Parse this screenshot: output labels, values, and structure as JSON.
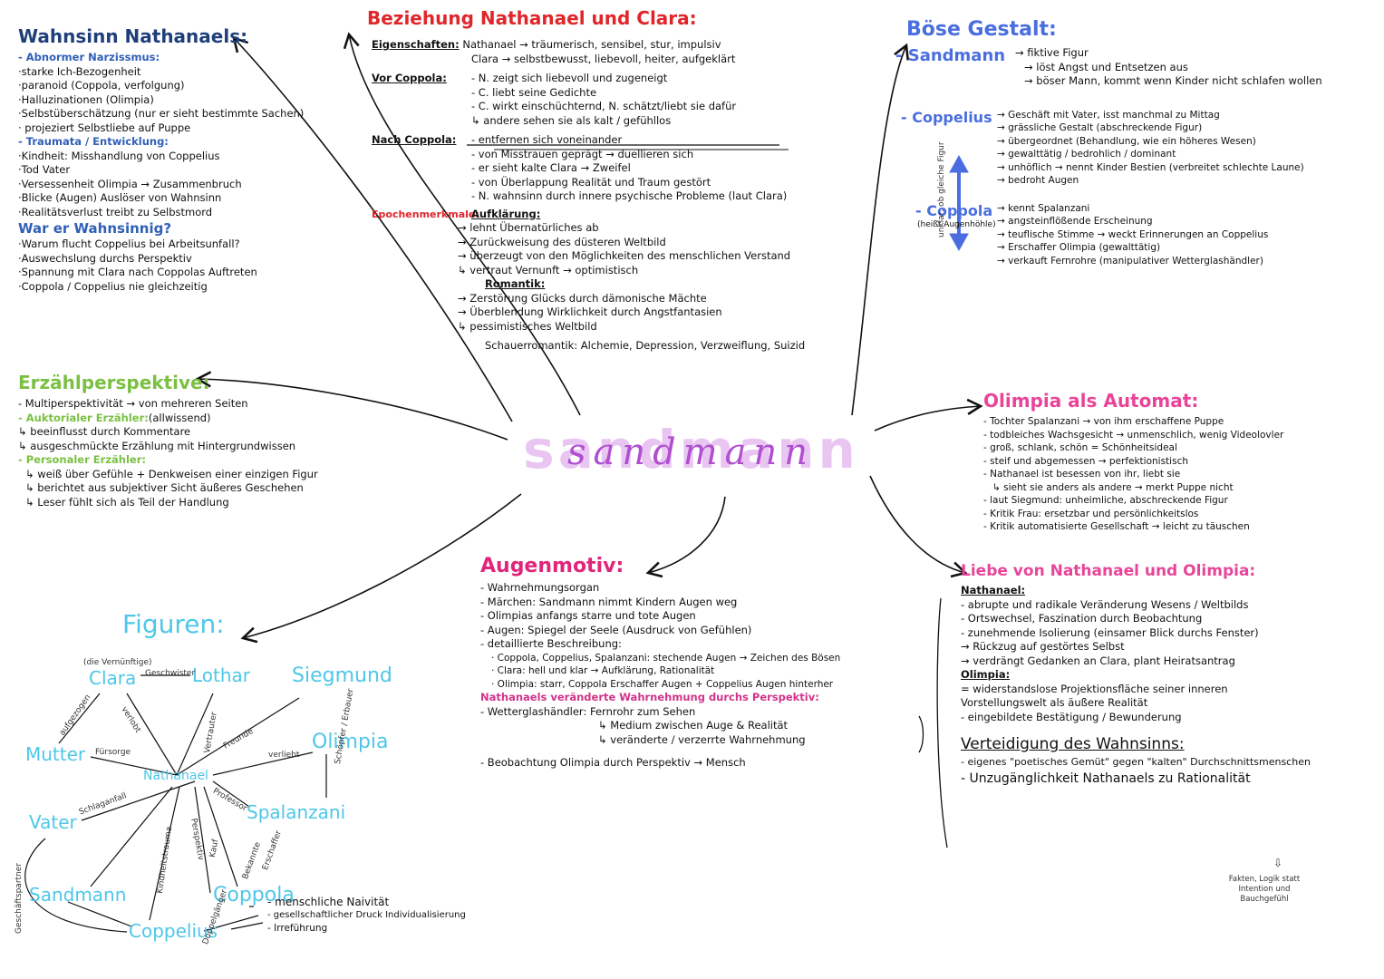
{
  "center": "sandmann",
  "wahnsinn": {
    "title": "Wahnsinn Nathanaels:",
    "sub1": "- Abnormer Narzissmus:",
    "items1": [
      "·starke Ich-Bezogenheit",
      "·paranoid (Coppola, verfolgung)",
      "·Halluzinationen (Olimpia)",
      "·Selbstüberschätzung (nur er sieht bestimmte Sachen)",
      "· projeziert Selbstliebe auf Puppe"
    ],
    "sub2": "- Traumata / Entwicklung:",
    "items2": [
      "·Kindheit: Misshandlung von Coppelius",
      "·Tod Vater",
      "·Versessenheit Olimpia → Zusammenbruch",
      "·Blicke (Augen) Auslöser von Wahnsinn",
      "·Realitätsverlust treibt zu Selbstmord"
    ],
    "sub3": "War er Wahnsinnig?",
    "items3": [
      "·Warum flucht Coppelius bei Arbeitsunfall?",
      "·Auswechslung durchs Perspektiv",
      "·Spannung mit Clara nach Coppolas Auftreten",
      "·Coppola / Coppelius nie gleichzeitig"
    ]
  },
  "beziehung": {
    "title": "Beziehung Nathanael und Clara:",
    "label1": "Eigenschaften:",
    "lines1": [
      "Nathanael → träumerisch, sensibel, stur, impulsiv",
      "Clara → selbstbewusst, liebevoll, heiter, aufgeklärt"
    ],
    "label2": "Vor Coppola:",
    "lines2": [
      "- N. zeigt sich liebevoll und zugeneigt",
      "- C. liebt seine Gedichte",
      "- C. wirkt einschüchternd, N. schätzt/liebt sie dafür",
      "↳ andere sehen sie als kalt / gefühllos"
    ],
    "label3": "Nach Coppola:",
    "lines3": [
      "- entfernen sich voneinander",
      "- von Misstrauen geprägt → duellieren sich",
      "- er sieht kalte Clara → Zweifel",
      "- von Überlappung Realität und Traum gestört",
      "- N. wahnsinn durch innere psychische Probleme (laut Clara)"
    ],
    "label4": "Epochenmerkmale:",
    "sub4": "Aufklärung:",
    "lines4": [
      "→ lehnt Übernatürliches ab",
      "→ Zurückweisung des düsteren Weltbild",
      "→ überzeugt von den Möglichkeiten des menschlichen Verstand",
      "↳ vertraut Vernunft → optimistisch"
    ],
    "sub5": "Romantik:",
    "lines5": [
      "→ Zerstörung Glücks durch dämonische Mächte",
      "→ Überblendung Wirklichkeit durch Angstfantasien",
      "↳ pessimistisches Weltbild"
    ],
    "line6": "Schauerromantik: Alchemie, Depression, Verzweiflung, Suizid"
  },
  "boese": {
    "title": "Böse Gestalt:",
    "sandmann_label": "- Sandmann",
    "sandmann_lines": [
      "→ fiktive Figur",
      "→ löst Angst und Entsetzen aus",
      "→ böser Mann, kommt wenn Kinder nicht schlafen wollen"
    ],
    "coppelius_label": "- Coppelius",
    "coppelius_lines": [
      "→ Geschäft mit Vater, isst manchmal zu Mittag",
      "→ grässliche Gestalt (abschreckende Figur)",
      "→ übergeordnet (Behandlung, wie ein höheres Wesen)",
      "→ gewalttätig / bedrohlich / dominant",
      "→ unhöflich → nennt Kinder Bestien (verbreitet schlechte Laune)",
      "→ bedroht Augen"
    ],
    "vertical_note": "unklar, ob gleiche Figur",
    "coppola_label": "- Coppola",
    "coppola_note": "(heißt Augenhöhle)",
    "coppola_lines": [
      "→ kennt Spalanzani",
      "→ angsteinflößende Erscheinung",
      "→ teuflische Stimme → weckt Erinnerungen an Coppelius",
      "→ Erschaffer Olimpia (gewalttätig)",
      "→ verkauft Fernrohre (manipulativer Wetterglashändler)"
    ]
  },
  "olimpia": {
    "title": "Olimpia als Automat:",
    "lines": [
      "- Tochter Spalanzani → von ihm erschaffene Puppe",
      "- todbleiches Wachsgesicht → unmenschlich, wenig Videolovler",
      "- groß, schlank, schön = Schönheitsideal",
      "- steif und abgemessen → perfektionistisch",
      "- Nathanael ist besessen von ihr, liebt sie",
      "↳ sieht sie anders als andere → merkt Puppe nicht",
      "- laut Siegmund: unheimliche, abschreckende Figur",
      "- Kritik Frau: ersetzbar und persönlichkeitslos",
      "- Kritik automatisierte Gesellschaft → leicht zu täuschen"
    ]
  },
  "erzaehl": {
    "title": "Erzählperspektive:",
    "line1": "- Multiperspektivität → von mehreren Seiten",
    "sub1": "- Auktorialer Erzähler:",
    "sub1_rest": "(allwissend)",
    "lines1": [
      "↳ beeinflusst durch Kommentare",
      "↳ ausgeschmückte Erzählung mit Hintergrundwissen"
    ],
    "sub2": "- Personaler Erzähler:",
    "lines2": [
      "↳ weiß über Gefühle + Denkweisen einer einzigen Figur",
      "↳ berichtet aus subjektiver Sicht äußeres Geschehen",
      "↳ Leser fühlt sich als Teil der Handlung"
    ]
  },
  "augen": {
    "title": "Augenmotiv:",
    "lines": [
      "- Wahrnehmungsorgan",
      "- Märchen: Sandmann nimmt Kindern Augen weg",
      "- Olimpias anfangs starre und tote Augen",
      "- Augen: Spiegel der Seele (Ausdruck von Gefühlen)",
      "- detaillierte Beschreibung:"
    ],
    "sublines": [
      "· Coppola, Coppelius, Spalanzani: stechende Augen → Zeichen des Bösen",
      "· Clara: hell und klar → Aufklärung, Rationalität",
      "· Olimpia: starr, Coppola Erschaffer Augen + Coppelius Augen hinterher"
    ],
    "sub2": "Nathanaels veränderte Wahrnehmung durchs Perspektiv:",
    "lines2": [
      "- Wetterglashändler: Fernrohr zum Sehen",
      "↳ Medium zwischen Auge & Realität",
      "↳ veränderte / verzerrte Wahrnehmung",
      "- Beobachtung Olimpia durch Perspektiv → Mensch"
    ]
  },
  "liebe": {
    "title": "Liebe von Nathanael und Olimpia:",
    "sub1": "Nathanael:",
    "lines1": [
      "- abrupte und radikale Veränderung Wesens / Weltbilds",
      "- Ortswechsel, Faszination durch Beobachtung",
      "- zunehmende Isolierung (einsamer Blick durchs Fenster)",
      "→ Rückzug auf gestörtes Selbst",
      "→ verdrängt Gedanken an Clara, plant Heiratsantrag"
    ],
    "sub2": "Olimpia:",
    "lines2": [
      "= widerstandslose Projektionsfläche seiner inneren",
      "Vorstellungswelt als äußere Realität",
      "- eingebildete Bestätigung / Bewunderung"
    ],
    "sub3": "Verteidigung des Wahnsinns:",
    "lines3": [
      "- eigenes \"poetisches Gemüt\" gegen \"kalten\" Durchschnittsmenschen",
      "- Unzugänglichkeit Nathanaels zu Rationalität"
    ],
    "footnote": "Fakten, Logik statt Intention und Bauchgefühl"
  },
  "figuren": {
    "title": "Figuren:",
    "nodes": {
      "clara": "Clara",
      "lothar": "Lothar",
      "siegmund": "Siegmund",
      "mutter": "Mutter",
      "olimpia": "Olimpia",
      "nathanael": "Nathanael",
      "vater": "Vater",
      "spalanzani": "Spalanzani",
      "sandmann": "Sandmann",
      "coppola": "Coppola",
      "coppelius": "Coppelius"
    },
    "labels": {
      "clara_note": "(die Vernünftige)",
      "geschwister": "Geschwister",
      "aufgezogen": "aufgezogen",
      "verlobt": "verlobt",
      "fuersorge": "Fürsorge",
      "vertrauter": "Vertrauter",
      "freunde": "Freunde",
      "verliebt": "verliebt",
      "schoepfer": "Schöpfer / Erbauer",
      "professor": "Professor",
      "schlaganfall": "Schlaganfall",
      "geschaeftspartner": "Geschäftspartner",
      "kindheitstrauma": "Kindheitstrauma",
      "perspektiv": "Perspektiv",
      "kauf": "Kauf",
      "bekannte": "Bekannte",
      "erschaffer": "Erschaffer",
      "doppelgaenger": "Doppelgänger"
    },
    "traits": [
      "- menschliche Naivität",
      "- gesellschaftlicher Druck Individualisierung",
      "- Irreführung"
    ]
  },
  "colors": {
    "navy": "#1f3f7a",
    "red": "#e0262b",
    "blue": "#4a6ee0",
    "pink": "#e8459a",
    "green": "#7bc043",
    "cyan": "#4ec7e8",
    "purple": "#b04fd0"
  }
}
